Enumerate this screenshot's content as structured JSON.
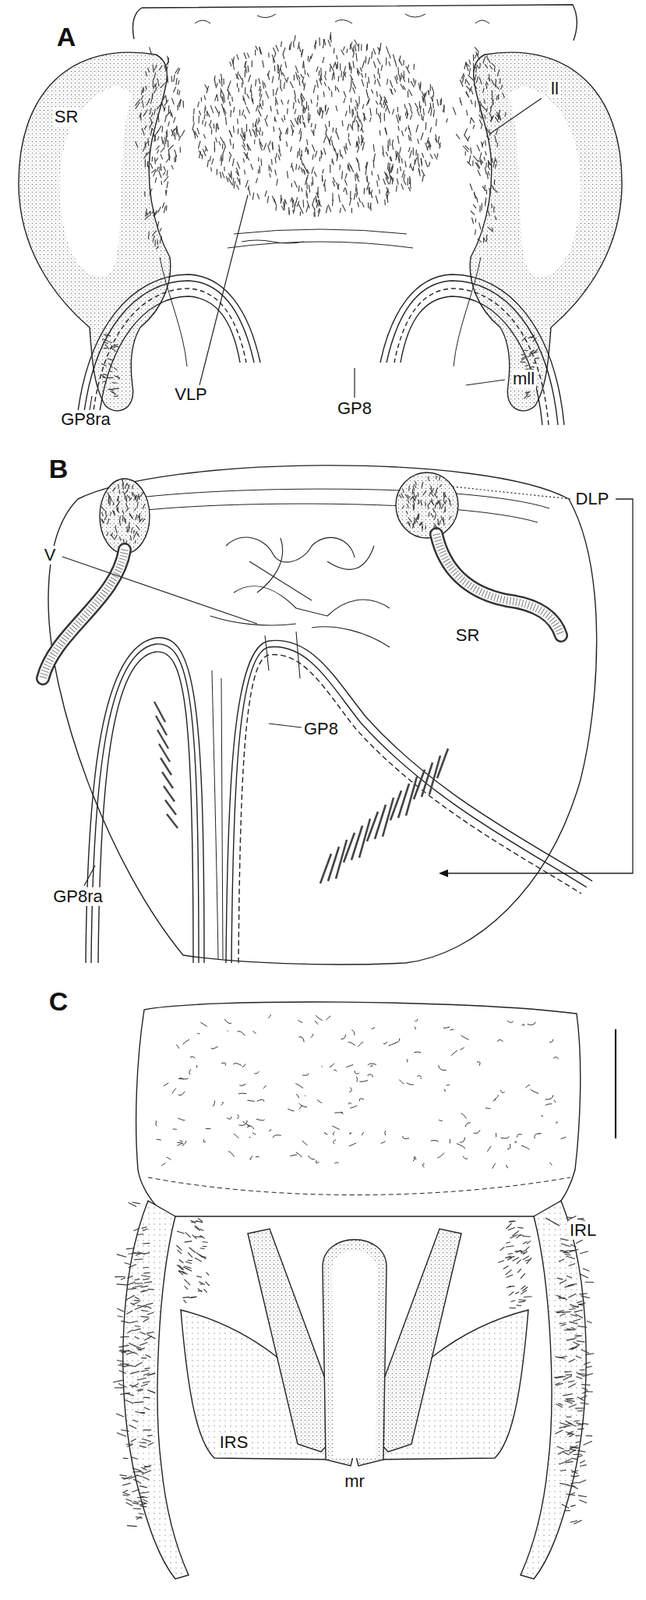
{
  "diagram": {
    "labels": [
      "A",
      "SR",
      "ll",
      "VLP",
      "GP8",
      "mll",
      "GP8ra",
      "B",
      "DLP",
      "V",
      "SR",
      "GP8",
      "GP8ra",
      "C",
      "IRL",
      "IRS",
      "mr"
    ]
  }
}
